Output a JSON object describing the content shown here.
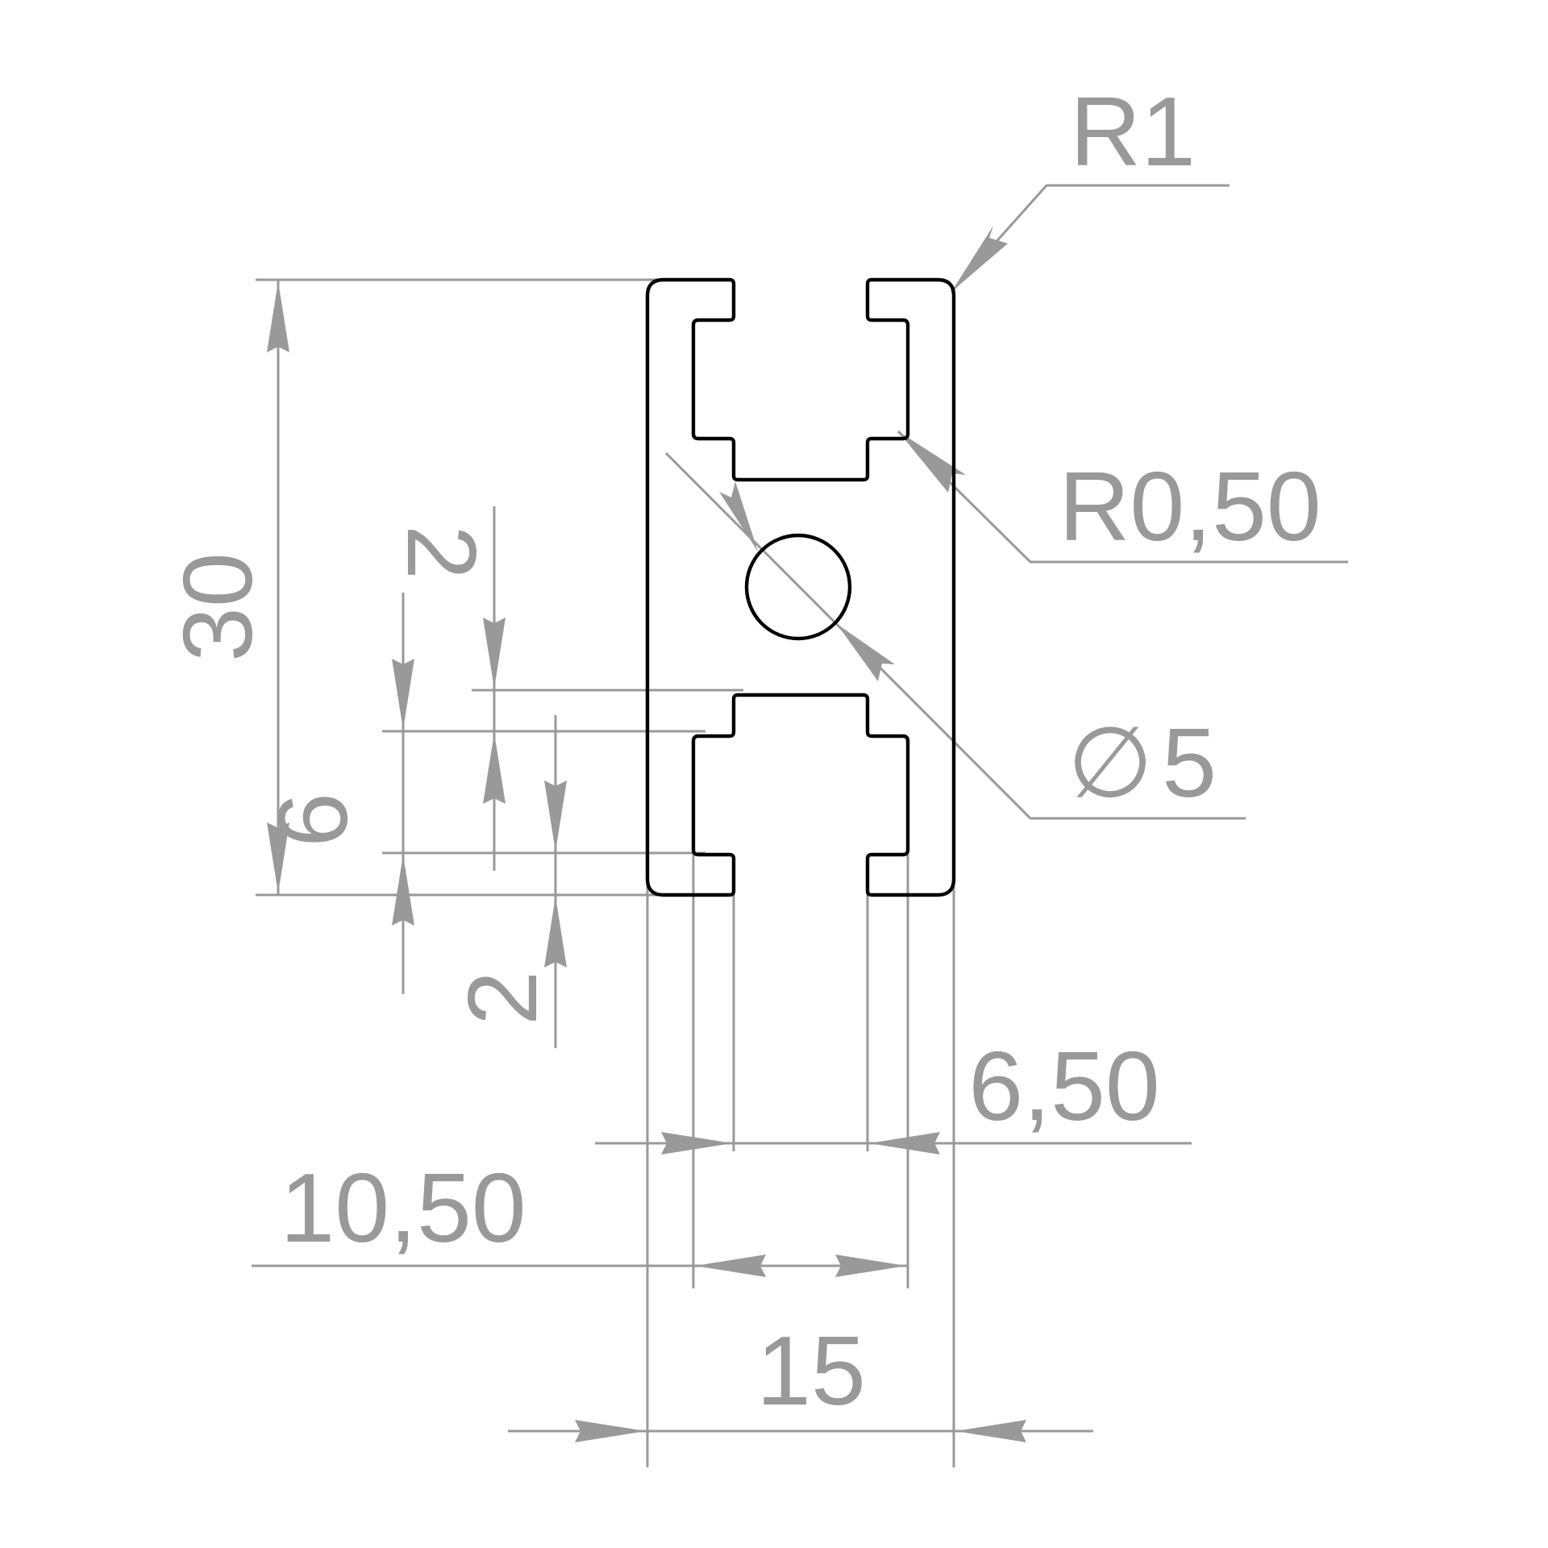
{
  "drawing": {
    "line_color": "#000000",
    "dimension_color": "#999999",
    "background": "#ffffff"
  },
  "dimensions": {
    "width": "15",
    "height": "30",
    "slot_offset_outer": "10,50",
    "slot_opening": "6,50",
    "corner_radius_outer": "R1",
    "corner_radius_inner": "R0,50",
    "hole_diameter_symbol": "∅",
    "hole_diameter": "5",
    "slot_depth": "6",
    "lip_thickness_upper": "2",
    "lip_thickness_lower": "2"
  }
}
